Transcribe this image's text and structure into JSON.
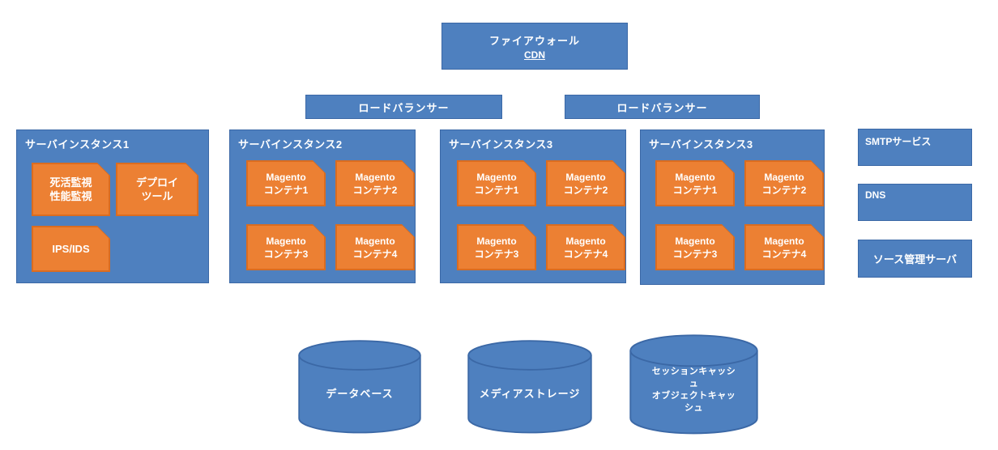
{
  "firewall": {
    "line1": "ファイアウォール",
    "line2": "CDN"
  },
  "load_balancers": [
    {
      "label": "ロードバランサー"
    },
    {
      "label": "ロードバランサー"
    }
  ],
  "server_instances": [
    {
      "title": "サーバインスタンス1",
      "components": [
        {
          "label": "死活監視\n性能監視"
        },
        {
          "label": "デプロイ\nツール"
        },
        {
          "label": "IPS/IDS"
        }
      ]
    },
    {
      "title": "サーバインスタンス2",
      "components": [
        {
          "label": "Magento\nコンテナ1"
        },
        {
          "label": "Magento\nコンテナ2"
        },
        {
          "label": "Magento\nコンテナ3"
        },
        {
          "label": "Magento\nコンテナ4"
        }
      ]
    },
    {
      "title": "サーバインスタンス3",
      "components": [
        {
          "label": "Magento\nコンテナ1"
        },
        {
          "label": "Magento\nコンテナ2"
        },
        {
          "label": "Magento\nコンテナ3"
        },
        {
          "label": "Magento\nコンテナ4"
        }
      ]
    },
    {
      "title": "サーバインスタンス3",
      "components": [
        {
          "label": "Magento\nコンテナ1"
        },
        {
          "label": "Magento\nコンテナ2"
        },
        {
          "label": "Magento\nコンテナ3"
        },
        {
          "label": "Magento\nコンテナ4"
        }
      ]
    }
  ],
  "side_services": [
    {
      "label": "SMTPサービス"
    },
    {
      "label": "DNS"
    },
    {
      "label": "ソース管理サーバ"
    }
  ],
  "datastores": [
    {
      "label": "データベース"
    },
    {
      "label": "メディアストレージ"
    },
    {
      "label": "セッションキャッシ\nュ\nオブジェクトキャッ\nシュ"
    }
  ],
  "colors": {
    "node_fill": "#4e80bf",
    "node_border": "#3b68a6",
    "component_fill": "#ec8033",
    "component_border": "#da6c20",
    "text": "#ffffff",
    "background": "#ffffff"
  }
}
